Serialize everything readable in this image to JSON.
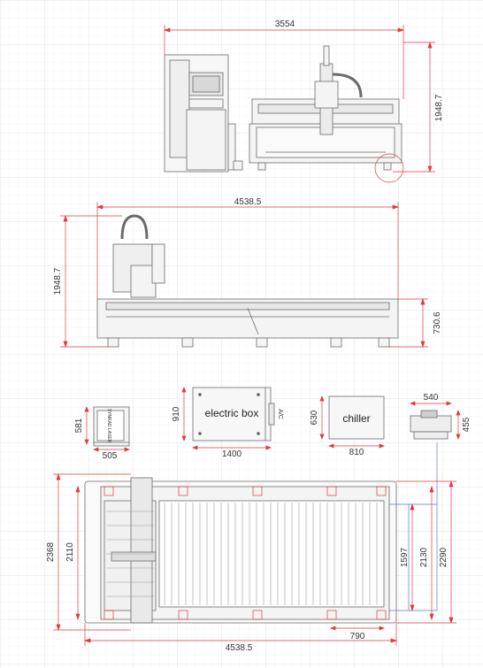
{
  "colors": {
    "background": "#ffffff",
    "grid_minor": "#eceef3",
    "grid_major": "#dde1ea",
    "dimension_line": "#e0393e",
    "machine_outline": "#6b6b6b",
    "machine_fill": "#f4f4f4",
    "blue_guide": "#5a78c8"
  },
  "top_view": {
    "width_label": "3554",
    "height_label": "1948.7"
  },
  "side_view": {
    "width_label": "4538.5",
    "height_label": "1948.7",
    "bed_height_label": "730.6"
  },
  "components": {
    "controller": {
      "height_label": "581",
      "width_label": "505",
      "nameplate_text": "SYNRAD LASER"
    },
    "electric_box": {
      "name": "electric box",
      "side_text": "A/C",
      "height_label": "910",
      "width_label": "1400"
    },
    "chiller": {
      "name": "chiller",
      "height_label": "630",
      "width_label": "810"
    },
    "extractor": {
      "width_label": "540",
      "height_label": "455"
    }
  },
  "plan_view": {
    "height_outer_label": "2368",
    "height_inner_label": "2110",
    "width_label": "4538.5",
    "right_dim_1": "1597",
    "right_dim_2": "2130",
    "right_dim_3": "2290",
    "bottom_right_label": "790"
  }
}
